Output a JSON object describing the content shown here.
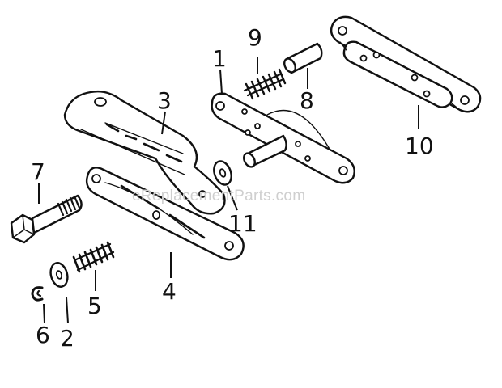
{
  "watermark": "eReplacementParts.com",
  "callouts": {
    "c1": "1",
    "c2": "2",
    "c3": "3",
    "c4": "4",
    "c5": "5",
    "c6": "6",
    "c7": "7",
    "c8": "8",
    "c9": "9",
    "c10": "10",
    "c11": "11"
  }
}
